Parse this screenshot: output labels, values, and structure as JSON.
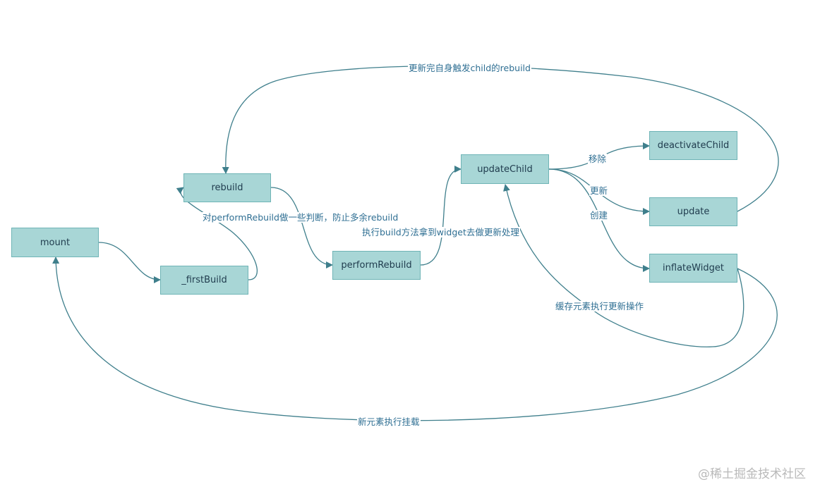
{
  "nodes": {
    "mount": "mount",
    "first_build": "_firstBuild",
    "rebuild": "rebuild",
    "perform_rebuild": "performRebuild",
    "update_child": "updateChild",
    "deactivate_child": "deactivateChild",
    "update": "update",
    "inflate_widget": "inflateWidget"
  },
  "edges": {
    "update_self_trigger_child_rebuild": "更新完自身触发child的rebuild",
    "rebuild_check": "对performRebuild做一些判断，防止多余rebuild",
    "execute_build": "执行build方法拿到widget去做更新处理",
    "remove": "移除",
    "update": "更新",
    "create": "创建",
    "cache_element_update": "缓存元素执行更新操作",
    "new_element_mount": "新元素执行挂载"
  },
  "watermark": "@稀土掘金技术社区",
  "colors": {
    "node_fill": "#a8d6d6",
    "node_border": "#6fb4b6",
    "edge": "#3f7f8c",
    "label": "#2f6f93"
  }
}
